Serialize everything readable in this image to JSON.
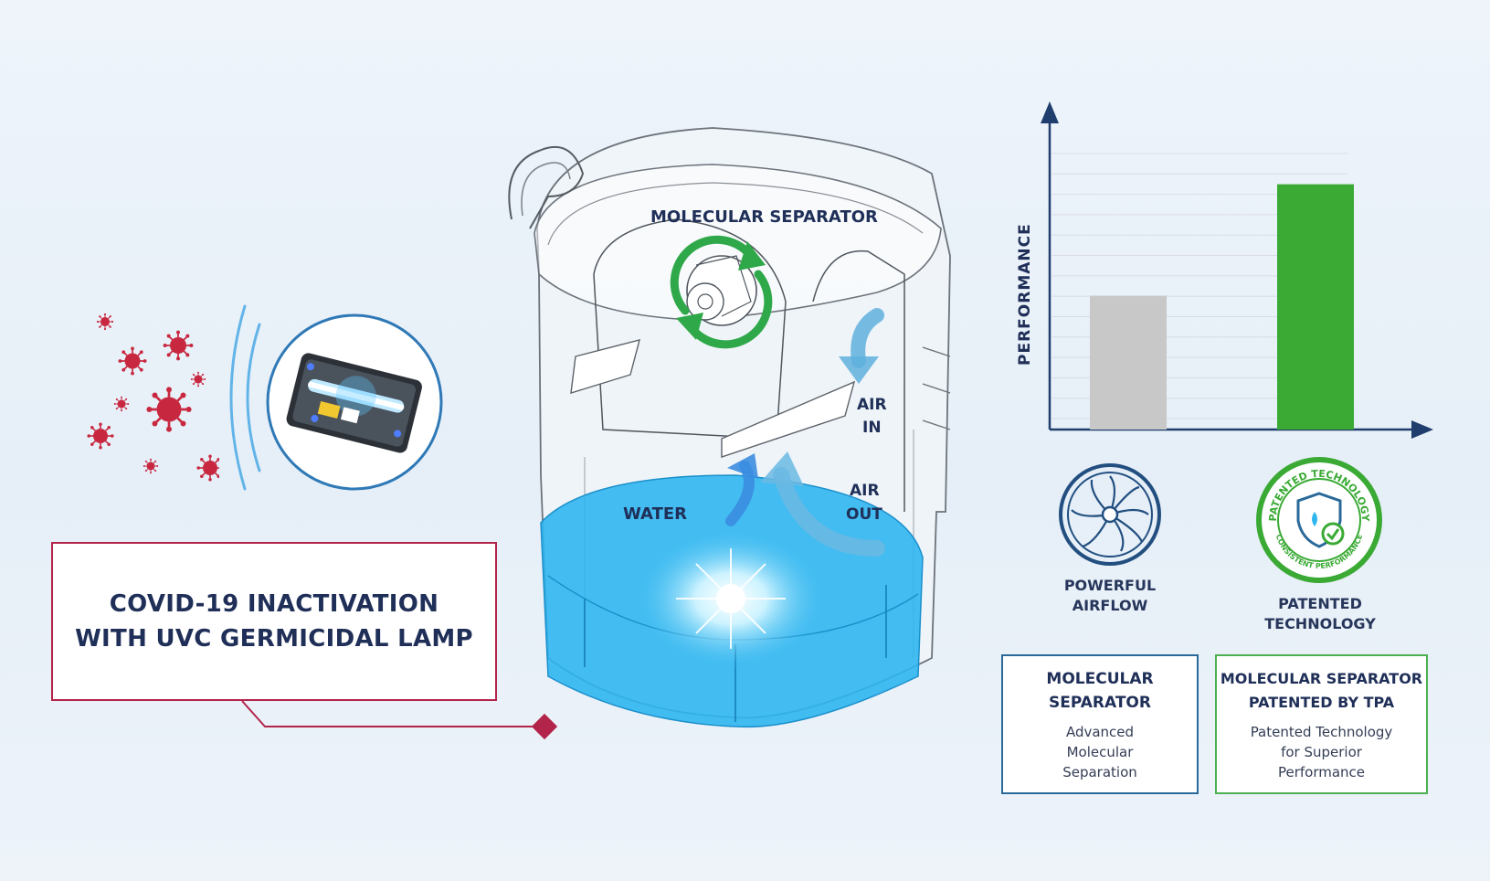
{
  "callout": {
    "line1": "COVID-19 INACTIVATION",
    "line2": "WITH UVC GERMICIDAL LAMP"
  },
  "diagram": {
    "molecular_separator": "MOLECULAR SEPARATOR",
    "water": "WATER",
    "air_in_1": "AIR",
    "air_in_2": "IN",
    "air_out_1": "AIR",
    "air_out_2": "OUT"
  },
  "chart_data": {
    "type": "bar",
    "ylabel": "PERFORMANCE",
    "xlabel": "",
    "categories": [
      "",
      ""
    ],
    "values": [
      48,
      88
    ],
    "bar_colors": [
      "#c8c8c8",
      "#3aaa35"
    ],
    "ylim": [
      0,
      100
    ],
    "grid": true
  },
  "features": {
    "airflow_line1": "POWERFUL",
    "airflow_line2": "AIRFLOW",
    "patented_line1": "PATENTED",
    "patented_line2": "TECHNOLOGY",
    "badge_top": "PATENTED TECHNOLOGY",
    "badge_bottom": "CONSISTENT PERFORMANCE"
  },
  "boxes": {
    "blue": {
      "title1": "MOLECULAR",
      "title2": "SEPARATOR",
      "desc1": "Advanced",
      "desc2": "Molecular",
      "desc3": "Separation"
    },
    "green": {
      "title1": "MOLECULAR SEPARATOR",
      "title2": "PATENTED BY TPA",
      "desc1": "Patented Technology",
      "desc2": "for Superior",
      "desc3": "Performance"
    }
  },
  "colors": {
    "navy": "#1f2f58",
    "crimson": "#b3244b",
    "water_blue": "#2fb6ef",
    "green": "#3aaa35",
    "gray_bar": "#c8c8c8"
  }
}
